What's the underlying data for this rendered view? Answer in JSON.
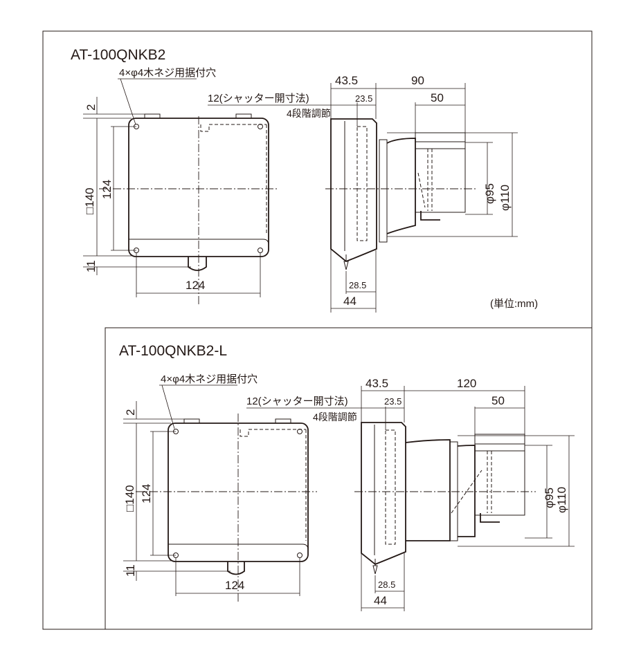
{
  "top": {
    "model": "AT-100QNKB2",
    "screw_note": "4×φ4木ネジ用据付穴",
    "shutter_note": "12(シャッター開寸法)",
    "step_note": "4段階調節",
    "dims": {
      "square": "□140",
      "v124": "124",
      "h124": "124",
      "gap2": "2",
      "gap11": "11",
      "side_43_5": "43.5",
      "side_23_5": "23.5",
      "side_90": "90",
      "side_50": "50",
      "side_28_5": "28.5",
      "side_44": "44",
      "phi95": "φ95",
      "phi110": "φ110"
    },
    "unit": "(単位:mm)"
  },
  "bottom": {
    "model": "AT-100QNKB2-L",
    "screw_note": "4×φ4木ネジ用据付穴",
    "shutter_note": "12(シャッター開寸法)",
    "step_note": "4段階調節",
    "dims": {
      "square": "□140",
      "v124": "124",
      "h124": "124",
      "gap2": "2",
      "gap11": "11",
      "side_43_5": "43.5",
      "side_23_5": "23.5",
      "side_120": "120",
      "side_50": "50",
      "side_28_5": "28.5",
      "side_44": "44",
      "phi95": "φ95",
      "phi110": "φ110"
    }
  }
}
